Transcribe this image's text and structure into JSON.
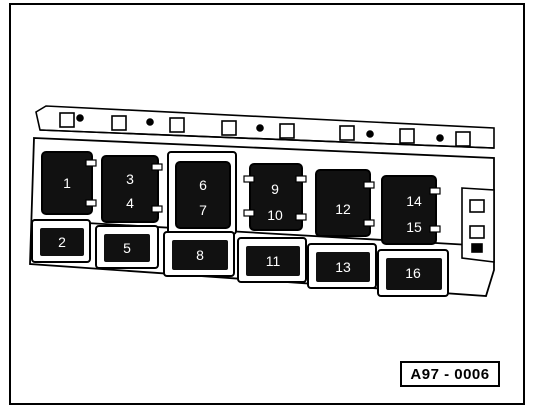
{
  "figure": {
    "reference_code": "A97 - 0006",
    "positions": [
      "1",
      "2",
      "3",
      "4",
      "5",
      "6",
      "7",
      "8",
      "9",
      "10",
      "11",
      "12",
      "13",
      "14",
      "15",
      "16"
    ]
  }
}
